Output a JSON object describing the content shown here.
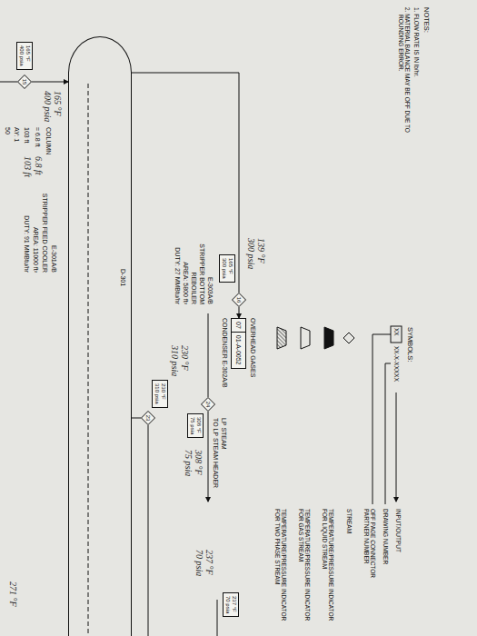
{
  "diagram": {
    "nodes": [
      {
        "text": [
          "165 °F",
          "400 psia"
        ]
      },
      {
        "text": [
          "15"
        ]
      },
      {
        "text": [
          "D-301"
        ]
      },
      {
        "text": [
          "230 °F",
          "310 psia"
        ]
      },
      {
        "text": [
          "23"
        ]
      },
      {
        "text": [
          "165 °F",
          "300 psia"
        ]
      },
      {
        "text": [
          "16"
        ]
      },
      {
        "text": [
          "07",
          "01-A-0052"
        ]
      },
      {
        "text": [
          "308 °F",
          "75 psia"
        ]
      },
      {
        "text": [
          "24"
        ]
      },
      {
        "text": [
          "237 °F",
          "70 psia"
        ]
      }
    ],
    "edges": [
      {
        "from": 1,
        "to": 2,
        "arrow": "to"
      },
      {
        "from": 2,
        "to": 4,
        "arrow": "none"
      },
      {
        "from": 2,
        "to": 6,
        "arrow": "none"
      },
      {
        "from": 6,
        "to": 7,
        "arrow": "to"
      }
    ],
    "labels": [
      "COLUMN",
      "= 6.8 ft",
      "6.8 ft",
      "103 ft",
      "103 ft",
      "AY: 1",
      "50",
      "E-301A/B",
      "STRIPPER FEED COOLER",
      "AREA: 11000 ft²",
      "DUTY: 91 MMBtu/hr",
      "165 °F 400 psia",
      "E-303A/B",
      "STRIPPER BOTTOM",
      "REBOILER",
      "AREA: 5800 ft²",
      "DUTY: 27 MMBtu/hr",
      "139 °F 300 psia",
      "OVERHEAD GASES",
      "CONDENSER E-302A/B",
      "LP STEAM",
      "TO LP STEAM HEADER",
      "308 °F 75 psia",
      "230 °F 310 psia",
      "237 °F 70 psia",
      "271 °F",
      "NOTES:",
      "1. FLOW RATE IS IN lb/hr.",
      "2. MATERIAL BALANCE MAY BE OFF DUE TO ROUNDING ERROR.",
      "SYMBOLS:",
      "XX",
      "XX-X-XXXXX"
    ],
    "legend": [
      {
        "text": "INPUT/OUTPUT"
      },
      {
        "text": "DRAWING NUMBER"
      },
      {
        "text": "OFF PAGE CONNECTOR PARTNER NUMBER"
      },
      {
        "text": "STREAM"
      },
      {
        "text": "TEMPERATURE/PRESSURE INDICATOR FOR LIQUID STREAM"
      },
      {
        "text": "TEMPERATURE/PRESSURE INDICATOR FOR GAS STREAM"
      },
      {
        "text": "TEMPERATURE/PRESSURE INDICATOR FOR TWO PHASE STREAM"
      }
    ]
  }
}
